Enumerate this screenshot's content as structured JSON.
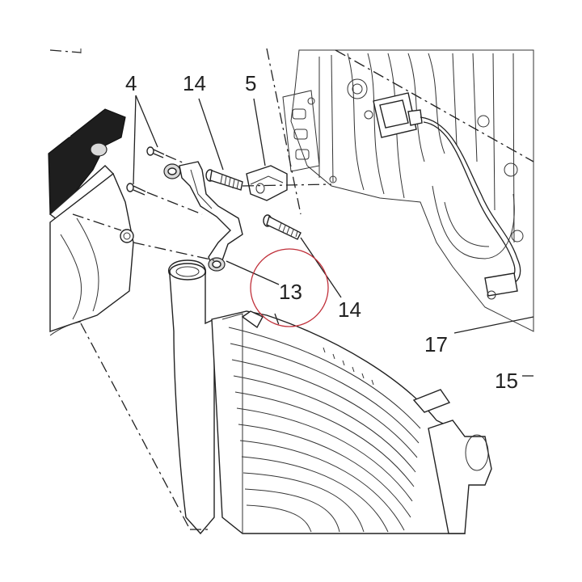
{
  "callouts": {
    "c4": "4",
    "c14a": "14",
    "c5": "5",
    "c13": "13",
    "c14b": "14",
    "c17": "17",
    "c15": "15"
  },
  "colors": {
    "highlight_circle": "#c0303a",
    "line": "#222222",
    "dark_part": "#1e1e1e"
  }
}
